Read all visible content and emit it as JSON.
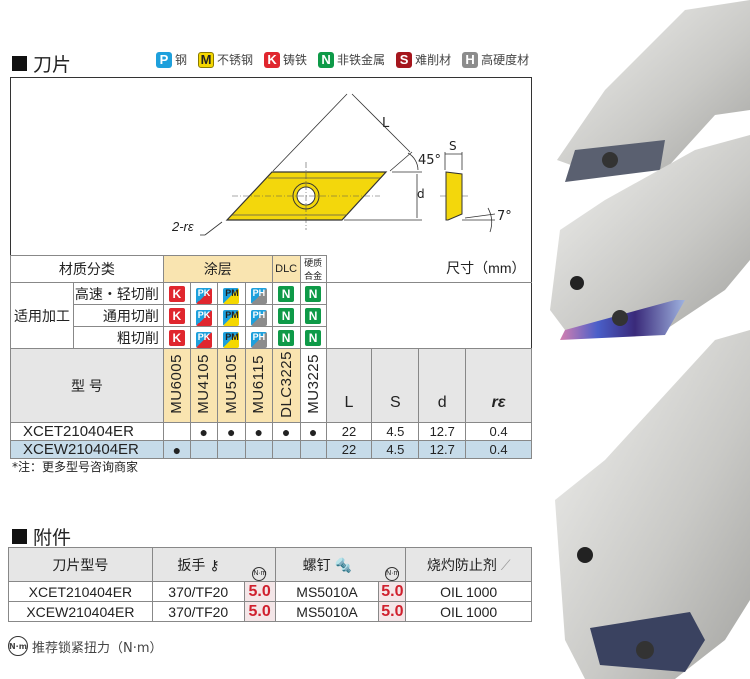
{
  "insert_section": {
    "title": "刀片",
    "legend": [
      {
        "letter": "P",
        "label": "钢",
        "color": "#1ea0dc"
      },
      {
        "letter": "M",
        "label": "不锈钢",
        "color": "#f5d800"
      },
      {
        "letter": "K",
        "label": "铸铁",
        "color": "#e0262e"
      },
      {
        "letter": "N",
        "label": "非铁金属",
        "color": "#0e9a48"
      },
      {
        "letter": "S",
        "label": "难削材",
        "color": "#a5161d"
      },
      {
        "letter": "H",
        "label": "高硬度材",
        "color": "#8c8c8c"
      }
    ],
    "diagram": {
      "L": "L",
      "angle45": "45°",
      "d": "d",
      "S": "S",
      "angle7": "7°",
      "corner": "2-rε"
    },
    "table": {
      "material_class": "材质分类",
      "coating": "涂层",
      "dlc": "DLC",
      "carbide": "硬质合金",
      "applicable": "适用加工",
      "ops": [
        "高速・轻切削",
        "通用切削",
        "粗切削"
      ],
      "op_icons": [
        [
          "K",
          "PK",
          "PM",
          "PH",
          "N",
          "N"
        ],
        [
          "K",
          "PK",
          "PM",
          "PH",
          "N",
          "N"
        ],
        [
          "K",
          "PK",
          "PM",
          "PH",
          "N",
          "N"
        ]
      ],
      "model_label": "型 号",
      "grades": [
        "MU6005",
        "MU4105",
        "MU5105",
        "MU6115",
        "DLC3225",
        "MU3225"
      ],
      "dim_label": "尺寸（mm）",
      "dims": [
        "L",
        "S",
        "d",
        "rε"
      ],
      "rows": [
        {
          "model": "XCET210404ER",
          "marks": [
            "",
            "●",
            "●",
            "●",
            "●",
            "●"
          ],
          "L": "22",
          "S": "4.5",
          "d": "12.7",
          "r": "0.4"
        },
        {
          "model": "XCEW210404ER",
          "marks": [
            "●",
            "",
            "",
            "",
            "",
            ""
          ],
          "L": "22",
          "S": "4.5",
          "d": "12.7",
          "r": "0.4"
        }
      ]
    },
    "note": "*注：更多型号咨询商家"
  },
  "accessory_section": {
    "title": "附件",
    "headers": {
      "insert": "刀片型号",
      "wrench": "扳手",
      "screw": "螺钉",
      "anti_seize": "烧灼防止剂",
      "torque_icon": "N·m"
    },
    "rows": [
      {
        "insert": "XCET210404ER",
        "wrench": "370/TF20",
        "wrench_torque": "5.0",
        "screw": "MS5010A",
        "screw_torque": "5.0",
        "oil": "OIL 1000"
      },
      {
        "insert": "XCEW210404ER",
        "wrench": "370/TF20",
        "wrench_torque": "5.0",
        "screw": "MS5010A",
        "screw_torque": "5.0",
        "oil": "OIL 1000"
      }
    ],
    "footnote_icon": "N·m",
    "footnote": "推荐锁紧扭力（N·m）"
  }
}
